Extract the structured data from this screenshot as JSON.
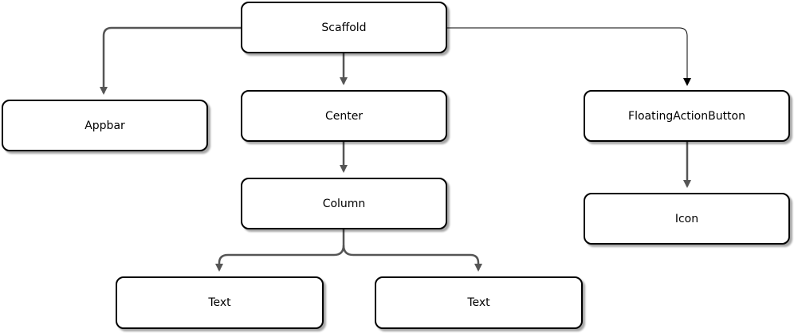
{
  "nodes": {
    "scaffold": "Scaffold",
    "appbar": "Appbar",
    "center": "Center",
    "floating_action_button": "FloatingActionButton",
    "column": "Column",
    "icon": "Icon",
    "text_left": "Text",
    "text_right": "Text"
  },
  "edges": [
    {
      "from": "scaffold",
      "to": "appbar"
    },
    {
      "from": "scaffold",
      "to": "center"
    },
    {
      "from": "scaffold",
      "to": "floating_action_button"
    },
    {
      "from": "center",
      "to": "column"
    },
    {
      "from": "column",
      "to": "text_left"
    },
    {
      "from": "column",
      "to": "text_right"
    },
    {
      "from": "floating_action_button",
      "to": "icon"
    }
  ],
  "colors": {
    "node_border": "#000000",
    "node_fill": "#ffffff",
    "edge": "#555555",
    "text": "#000000"
  }
}
